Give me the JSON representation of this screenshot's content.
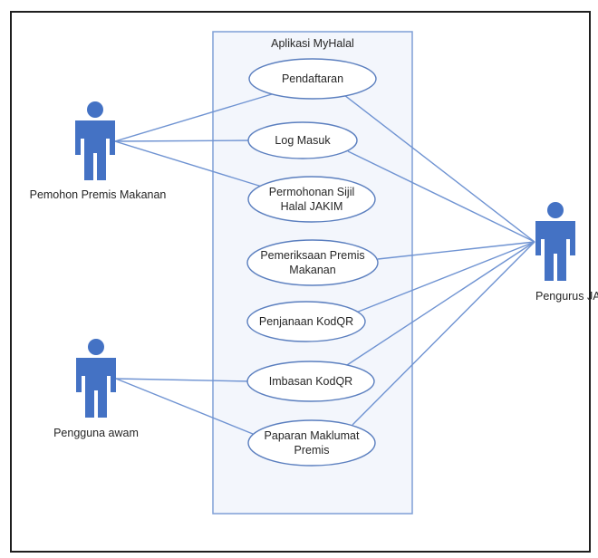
{
  "diagram": {
    "system_label": "Aplikasi MyHalal",
    "actors": [
      {
        "id": "pemohon",
        "label": "Pemohon Premis Makanan",
        "color": "#4472c4"
      },
      {
        "id": "pengguna",
        "label": "Pengguna awam",
        "color": "#4472c4"
      },
      {
        "id": "pengurus",
        "label": "Pengurus JAKIM",
        "color": "#4472c4"
      }
    ],
    "use_cases": [
      {
        "id": "pendaftaran",
        "lines": [
          "Pendaftaran"
        ]
      },
      {
        "id": "log-masuk",
        "lines": [
          "Log Masuk"
        ]
      },
      {
        "id": "permohonan",
        "lines": [
          "Permohonan Sijil",
          "Halal JAKIM"
        ]
      },
      {
        "id": "pemeriksaan",
        "lines": [
          "Pemeriksaan Premis",
          "Makanan"
        ]
      },
      {
        "id": "penjanaan",
        "lines": [
          "Penjanaan KodQR"
        ]
      },
      {
        "id": "imbasan",
        "lines": [
          "Imbasan KodQR"
        ]
      },
      {
        "id": "paparan",
        "lines": [
          "Paparan Maklumat",
          "Premis"
        ]
      }
    ],
    "associations": [
      [
        "pemohon",
        "pendaftaran"
      ],
      [
        "pemohon",
        "log-masuk"
      ],
      [
        "pemohon",
        "permohonan"
      ],
      [
        "pengguna",
        "imbasan"
      ],
      [
        "pengguna",
        "paparan"
      ],
      [
        "pengurus",
        "pendaftaran"
      ],
      [
        "pengurus",
        "log-masuk"
      ],
      [
        "pengurus",
        "pemeriksaan"
      ],
      [
        "pengurus",
        "penjanaan"
      ],
      [
        "pengurus",
        "imbasan"
      ],
      [
        "pengurus",
        "paparan"
      ]
    ],
    "colors": {
      "line": "#6f93d2",
      "ellipse_stroke": "#5b7fbf",
      "system_stroke": "#7f9fd6",
      "system_fill": "#f3f6fc",
      "actor": "#4472c4"
    }
  }
}
